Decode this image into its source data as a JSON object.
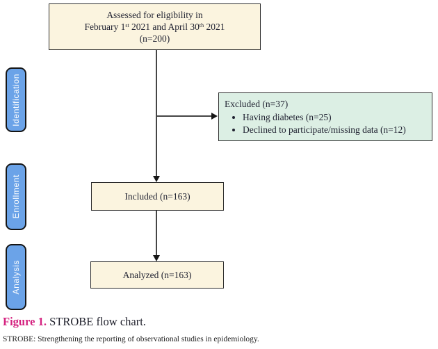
{
  "figure": {
    "caption_label": "Figure 1.",
    "caption_text": " STROBE flow chart.",
    "footnote": "STROBE: Strengthening the reporting of observational studies in epidemiology."
  },
  "flowchart": {
    "stages": [
      {
        "label": "Identification"
      },
      {
        "label": "Enrollment"
      },
      {
        "label": "Analysis"
      }
    ],
    "boxes": {
      "assessed": {
        "line1": "Assessed for eligibility in",
        "line2": {
          "pre": "February 1",
          "sup1": "st",
          "mid": " 2021 and April 30",
          "sup2": "th",
          "post": " 2021"
        },
        "line3": "(n=200)"
      },
      "excluded": {
        "title": "Excluded (n=37)",
        "bullets": [
          "Having diabetes (n=25)",
          "Declined to participate/missing data (n=12)"
        ]
      },
      "included": {
        "label": "Included (n=163)"
      },
      "analyzed": {
        "label": "Analyzed (n=163)"
      }
    },
    "colors": {
      "box_fill": "#fbf4df",
      "excluded_fill": "#dcefe4",
      "stage_fill": "#6ba3e8",
      "border": "#2b2b2b",
      "arrow": "#454545",
      "caption_accent": "#d4217f"
    }
  }
}
